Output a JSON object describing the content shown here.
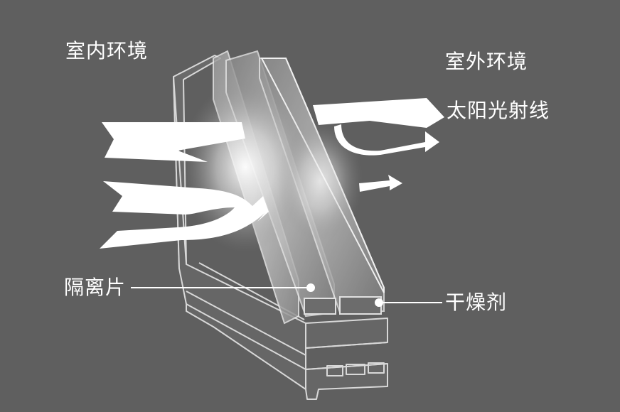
{
  "labels": {
    "indoor": "室内环境",
    "outdoor": "室外环境",
    "solar": "太阳光射线",
    "spacer": "隔离片",
    "desiccant": "干燥剂"
  },
  "colors": {
    "background": "#5f5f5f",
    "arrow": "#ffffff",
    "frame_stroke": "#d8d8d8",
    "text": "#ffffff"
  }
}
